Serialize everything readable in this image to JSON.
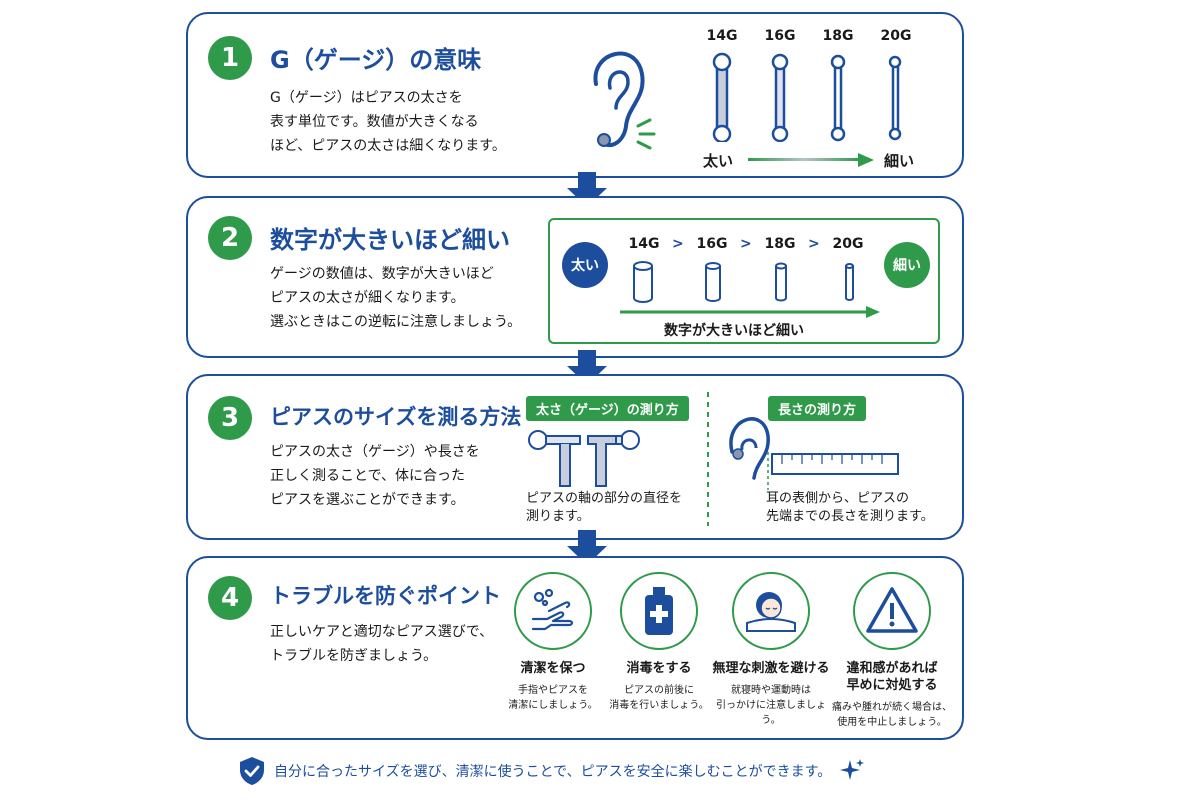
{
  "sections": [
    {
      "number": "1",
      "title": "G（ゲージ）の意味",
      "description": "G（ゲージ）はピアスの太さを\n表す単位です。数値が大きくなる\nほど、ピアスの太さは細くなります。",
      "gauges": [
        "14G",
        "16G",
        "18G",
        "20G"
      ],
      "thick_label": "太い",
      "thin_label": "細い"
    },
    {
      "number": "2",
      "title": "数字が大きいほど細い",
      "description": "ゲージの数値は、数字が大きいほど\nピアスの太さが細くなります。\n選ぶときはこの逆転に注意しましょう。",
      "thick_badge": "太い",
      "thin_badge": "細い",
      "gauges": [
        "14G",
        "16G",
        "18G",
        "20G"
      ],
      "separator": ">",
      "caption": "数字が大きいほど細い"
    },
    {
      "number": "3",
      "title": "ピアスのサイズを測る方法",
      "description": "ピアスの太さ（ゲージ）や長さを\n正しく測ることで、体に合った\nピアスを選ぶことができます。",
      "thickness_pill": "太さ（ゲージ）の測り方",
      "thickness_caption": "ピアスの軸の部分の直径を\n測ります。",
      "length_pill": "長さの測り方",
      "length_caption": "耳の表側から、ピアスの\n先端までの長さを測ります。"
    },
    {
      "number": "4",
      "title": "トラブルを防ぐポイント",
      "description": "正しいケアと適切なピアス選びで、\nトラブルを防ぎましょう。",
      "tips": [
        {
          "icon": "hand-wash-icon",
          "title": "清潔を保つ",
          "desc": "手指やピアスを\n清潔にしましょう。"
        },
        {
          "icon": "disinfectant-bottle-icon",
          "title": "消毒をする",
          "desc": "ピアスの前後に\n消毒を行いましょう。"
        },
        {
          "icon": "sleeping-person-icon",
          "title": "無理な刺激を避ける",
          "desc": "就寝時や運動時は\n引っかけに注意しましょう。"
        },
        {
          "icon": "warning-triangle-icon",
          "title": "違和感があれば\n早めに対処する",
          "desc": "痛みや腫れが続く場合は、\n使用を中止しましょう。"
        }
      ]
    }
  ],
  "footer": {
    "text": "自分に合ったサイズを選び、清潔に使うことで、ピアスを安全に楽しむことができます。",
    "icon": "shield-check-icon",
    "accent_icon": "sparkle-icon"
  },
  "colors": {
    "primary_blue": "#1d4e9e",
    "accent_green": "#2f9a4a"
  }
}
